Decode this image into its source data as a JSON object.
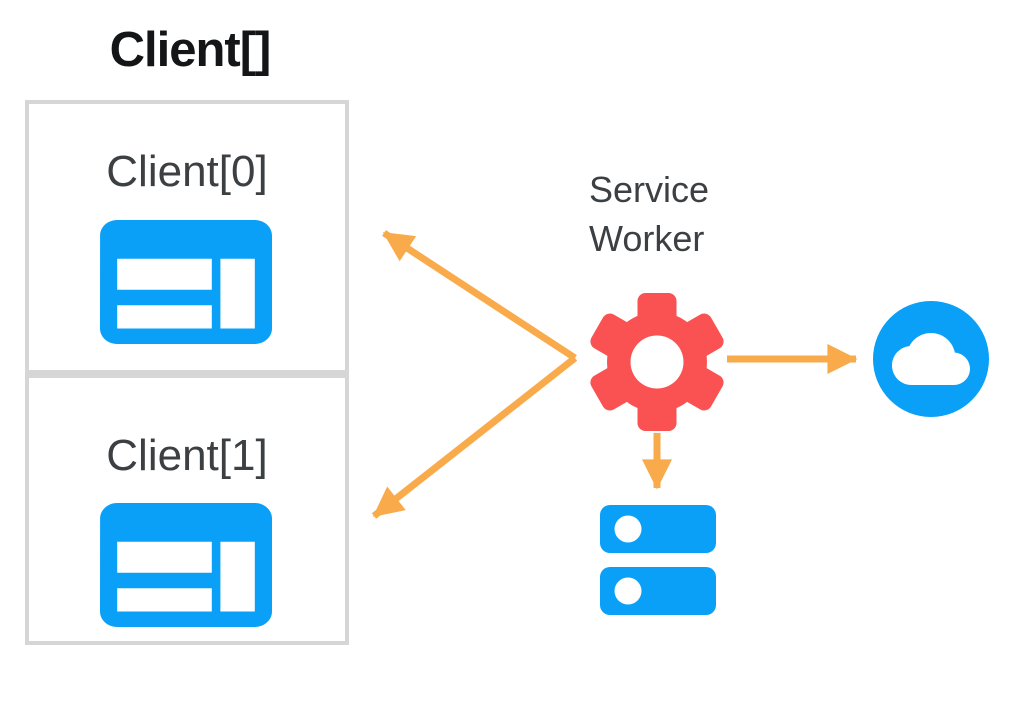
{
  "diagram": {
    "title": "Client[]",
    "clients": [
      {
        "label": "Client[0]",
        "icon": "browser-window-icon"
      },
      {
        "label": "Client[1]",
        "icon": "browser-window-icon"
      }
    ],
    "service_worker": {
      "label": "Service Worker",
      "icon": "gear-icon"
    },
    "network": {
      "icon": "cloud-icon"
    },
    "storage": {
      "icon": "storage-stack-icon"
    },
    "arrows": [
      {
        "name": "service-worker-to-client0",
        "from": "service-worker",
        "to": "client-0",
        "direction": "up-left"
      },
      {
        "name": "service-worker-to-client1",
        "from": "service-worker",
        "to": "client-1",
        "direction": "down-left"
      },
      {
        "name": "service-worker-to-network",
        "from": "service-worker",
        "to": "network-cloud",
        "direction": "right"
      },
      {
        "name": "service-worker-to-storage",
        "from": "service-worker",
        "to": "storage-stack",
        "direction": "down"
      }
    ]
  },
  "colors": {
    "blue": "#0aa0f8",
    "red": "#fa5252",
    "orange": "#f9ab4c",
    "title_text": "#141517",
    "label_text": "#3c4043",
    "box_border": "#d6d6d6",
    "background": "#ffffff"
  }
}
